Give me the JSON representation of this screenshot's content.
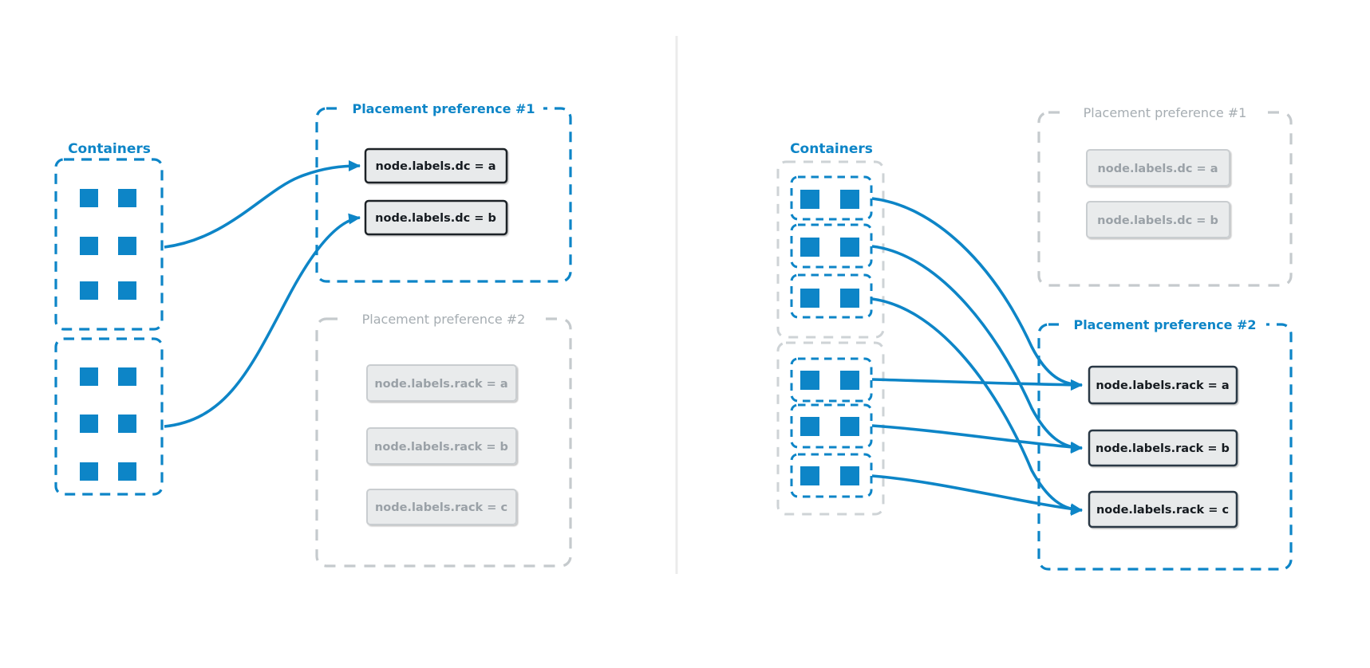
{
  "colors": {
    "accent_blue": "#0d85c7",
    "inactive_gray": "#c5cacd",
    "inactive_text": "#a6adb2",
    "label_box_fill": "#e8eaeb",
    "label_box_border_dark": "#232e38",
    "divider": "#ebebeb"
  },
  "left_panel": {
    "containers_label": "Containers",
    "pref1": {
      "title": "Placement preference #1",
      "state": "active",
      "items": [
        "node.labels.dc = a",
        "node.labels.dc = b"
      ]
    },
    "pref2": {
      "title": "Placement preference #2",
      "state": "inactive",
      "items": [
        "node.labels.rack = a",
        "node.labels.rack = b",
        "node.labels.rack = c"
      ]
    }
  },
  "right_panel": {
    "containers_label": "Containers",
    "pref1": {
      "title": "Placement preference #1",
      "state": "inactive",
      "items": [
        "node.labels.dc = a",
        "node.labels.dc = b"
      ]
    },
    "pref2": {
      "title": "Placement preference #2",
      "state": "active",
      "items": [
        "node.labels.rack = a",
        "node.labels.rack = b",
        "node.labels.rack = c"
      ]
    }
  }
}
